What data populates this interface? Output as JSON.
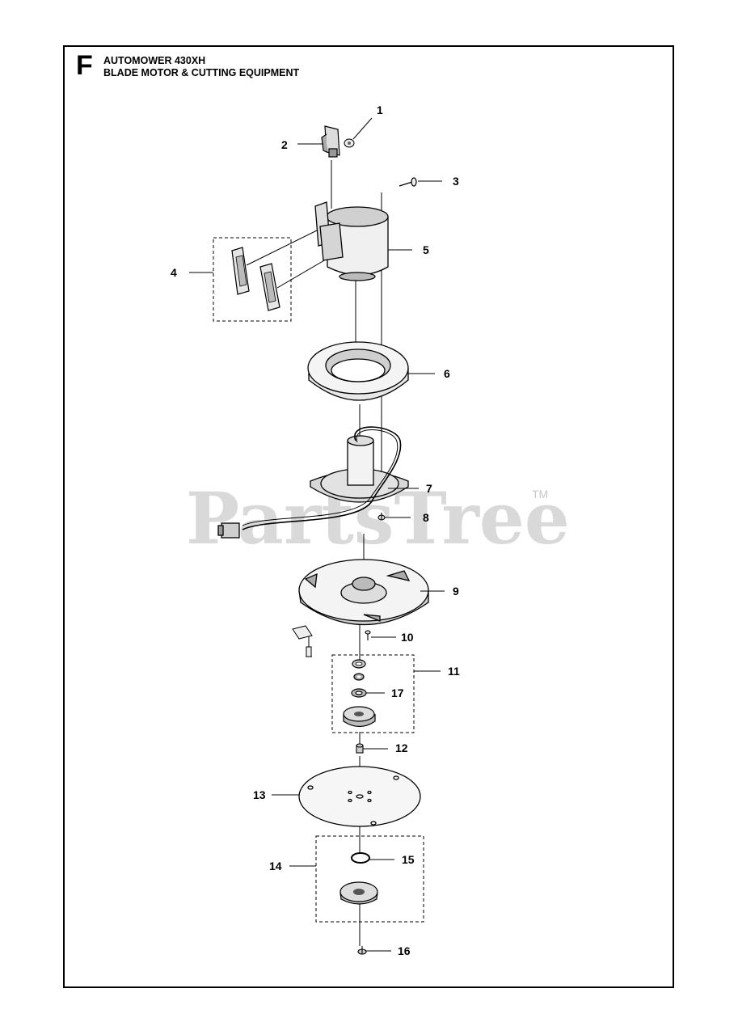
{
  "header": {
    "section_letter": "F",
    "model": "AUTOMOWER 430XH",
    "section_title": "BLADE MOTOR & CUTTING EQUIPMENT"
  },
  "watermark": {
    "text": "PartsTree",
    "trademark": "TM"
  },
  "callouts": [
    "1",
    "2",
    "3",
    "4",
    "5",
    "6",
    "7",
    "8",
    "9",
    "10",
    "11",
    "12",
    "13",
    "14",
    "15",
    "16",
    "17"
  ],
  "colors": {
    "line": "#000000",
    "part_fill": "#f2f2f2",
    "part_shade": "#bdbdbd",
    "watermark": "#d9d9d9"
  }
}
